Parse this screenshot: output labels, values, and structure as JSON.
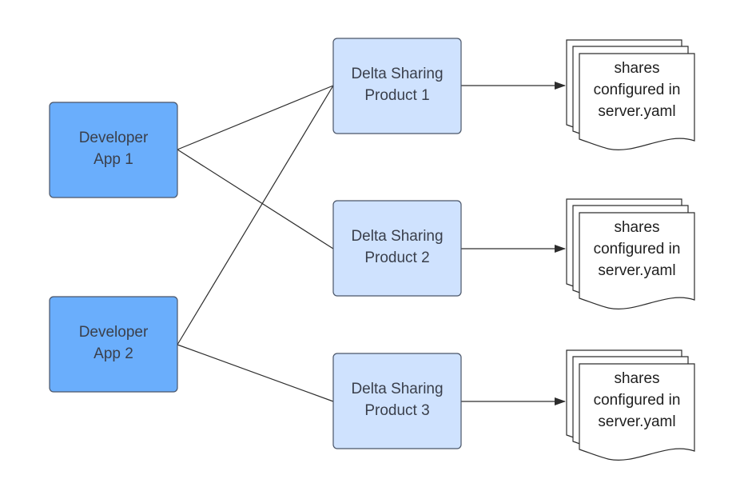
{
  "apps": [
    {
      "id": "app1",
      "lines": [
        "Developer",
        "App 1"
      ]
    },
    {
      "id": "app2",
      "lines": [
        "Developer",
        "App 2"
      ]
    }
  ],
  "products": [
    {
      "id": "product1",
      "lines": [
        "Delta Sharing",
        "Product 1"
      ]
    },
    {
      "id": "product2",
      "lines": [
        "Delta Sharing",
        "Product 2"
      ]
    },
    {
      "id": "product3",
      "lines": [
        "Delta Sharing",
        "Product 3"
      ]
    }
  ],
  "configs": [
    {
      "id": "config1",
      "lines": [
        "shares",
        "configured in",
        "server.yaml"
      ]
    },
    {
      "id": "config2",
      "lines": [
        "shares",
        "configured in",
        "server.yaml"
      ]
    },
    {
      "id": "config3",
      "lines": [
        "shares",
        "configured in",
        "server.yaml"
      ]
    }
  ],
  "connections": [
    {
      "from": "app1",
      "to": "product1"
    },
    {
      "from": "app1",
      "to": "product2"
    },
    {
      "from": "app2",
      "to": "product1"
    },
    {
      "from": "app2",
      "to": "product3"
    },
    {
      "from": "product1",
      "to": "config1",
      "arrow": true
    },
    {
      "from": "product2",
      "to": "config2",
      "arrow": true
    },
    {
      "from": "product3",
      "to": "config3",
      "arrow": true
    }
  ],
  "colors": {
    "app_fill": "#6aaefc",
    "product_fill": "#cfe2fe",
    "line": "#2d2d2d"
  }
}
